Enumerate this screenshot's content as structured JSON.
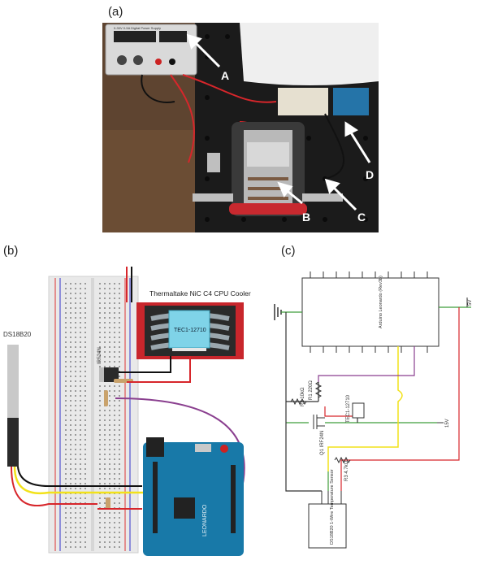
{
  "panels": {
    "a": {
      "label": "(a)",
      "callouts": [
        "A",
        "B",
        "C",
        "D"
      ],
      "psu_text": "0-30V 0-5A Digital Power Supply"
    },
    "b": {
      "label": "(b)",
      "sensor_label": "DS18B20",
      "cooler_title": "Thermaltake NiC C4 CPU Cooler",
      "tec_label": "TEC1-12710",
      "mosfet_label": "IRF24N",
      "board_logo": "LEONARDO"
    },
    "c": {
      "label": "(c)",
      "arduino_title": "Arduino Leonardo (Rev3b)",
      "r1_label": "R1 220Ω",
      "r2_label": "R2 10kΩ",
      "r3_label": "R3 4.7kΩ",
      "tec_label": "TEC1-12710",
      "q1_label": "Q1 IRF24N",
      "sensor_label": "DS18B20 1-Wire Temperature Sensor",
      "v5_label": "5V",
      "v15_label": "15V"
    }
  },
  "colors": {
    "wire_red": "#d7262b",
    "wire_yellow": "#f2e21a",
    "wire_purple": "#8a3f8f",
    "wire_green": "#3f9d3a",
    "arduino_blue": "#1879a8",
    "bench_black": "#1b1b1b"
  }
}
